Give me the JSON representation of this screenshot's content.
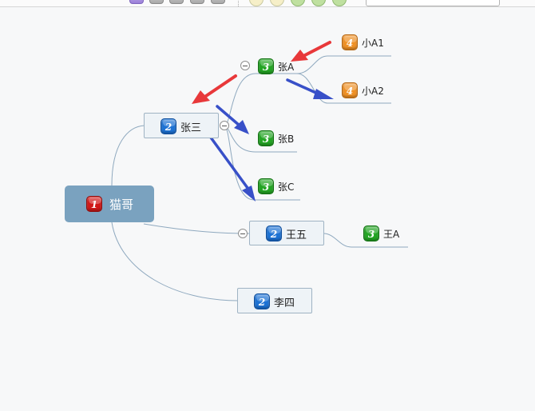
{
  "mindmap": {
    "central": {
      "badge": "1",
      "label": "猫哥"
    },
    "zhangsan": {
      "badge": "2",
      "label": "张三"
    },
    "zhangA": {
      "badge": "3",
      "label": "张A"
    },
    "xiaoA1": {
      "badge": "4",
      "label": "小A1"
    },
    "xiaoA2": {
      "badge": "4",
      "label": "小A2"
    },
    "zhangB": {
      "badge": "3",
      "label": "张B"
    },
    "zhangC": {
      "badge": "3",
      "label": "张C"
    },
    "wangwu": {
      "badge": "2",
      "label": "王五"
    },
    "wangA": {
      "badge": "3",
      "label": "王A"
    },
    "lisi": {
      "badge": "2",
      "label": "李四"
    }
  },
  "colors": {
    "background": "#f7f8f9",
    "connector": "#8fa9bf",
    "central_fill": "#7aa2bf",
    "arrow_red": "#e8383a",
    "arrow_blue": "#3850c8",
    "badge_level1": "#d01818",
    "badge_level2": "#1d72d4",
    "badge_level3": "#24a524",
    "badge_level4": "#ef9126"
  }
}
